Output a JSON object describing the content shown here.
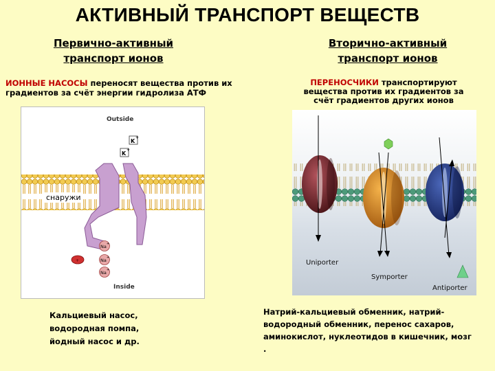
{
  "title": "АКТИВНЫЙ ТРАНСПОРТ ВЕЩЕСТВ",
  "left": {
    "heading_line1": "Первично-активный",
    "heading_line2": "транспорт ионов",
    "desc_highlight": "ИОННЫЕ НАСОСЫ",
    "desc_rest": " переносят вещества против их градиентов за счёт энергии гидролиза АТФ",
    "diagram": {
      "outside_label": "Outside",
      "inside_label": "Inside",
      "k_label": "K",
      "na_label": "Na",
      "charge_plus": "+",
      "overlay_label": "снаружи"
    },
    "footer_line1": "Кальциевый насос,",
    "footer_line2": "водородная помпа,",
    "footer_line3": "йодный насос и др."
  },
  "right": {
    "heading_line1": "Вторично-активный",
    "heading_line2": "транспорт ионов",
    "desc_highlight": "ПЕРЕНОСЧИКИ",
    "desc_line1_rest": " транспортируют",
    "desc_line2": "вещества против их градиентов за",
    "desc_line3": "счёт градиентов других ионов",
    "diagram": {
      "uniporter": "Uniporter",
      "symporter": "Symporter",
      "antiporter": "Antiporter"
    },
    "footer_line1": "Натрий-кальциевый обменник, натрий-",
    "footer_line2": "водородный обменник, перенос сахаров,",
    "footer_line3": "аминокислот, нуклеотидов в кишечник, мозг",
    "footer_line4": "."
  },
  "colors": {
    "background": "#fdfcc4",
    "highlight_red": "#c00000",
    "pump_purple": "#c8a0d0",
    "ion_red": "#d03030",
    "lipid_head_left": "#f2cb52",
    "lipid_head_right": "#4d9a7a"
  }
}
